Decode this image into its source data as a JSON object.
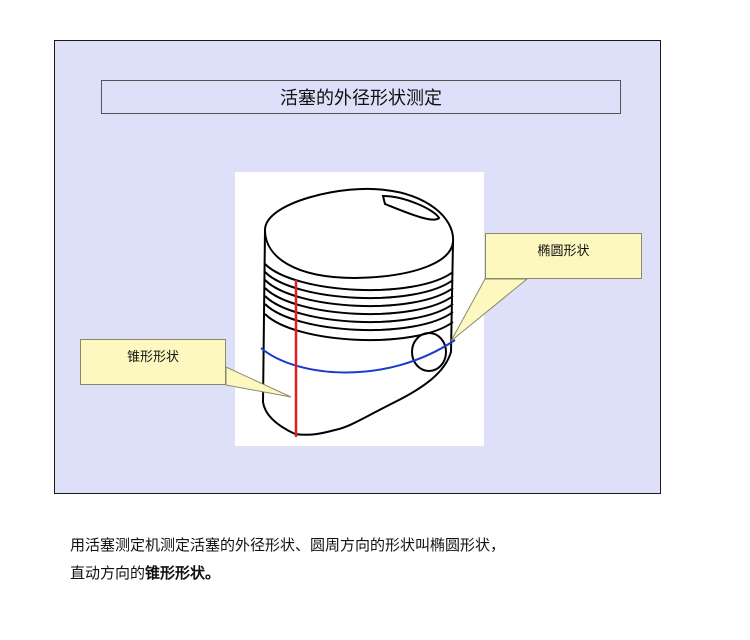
{
  "slide": {
    "title": "活塞的外径形状测定",
    "callouts": {
      "ellipse": "椭圆形状",
      "taper": "锥形形状"
    }
  },
  "caption": {
    "line1": "用活塞测定机测定活塞的外径形状、圆周方向的形状叫椭圆形状，",
    "line2_prefix": "直动方向的",
    "line2_bold": "锥形形状。"
  },
  "colors": {
    "slide_background": "#dde0f8",
    "callout_fill": "#fdf8c0",
    "taper_line": "#e02020",
    "ellipse_line": "#1a3ccc"
  }
}
